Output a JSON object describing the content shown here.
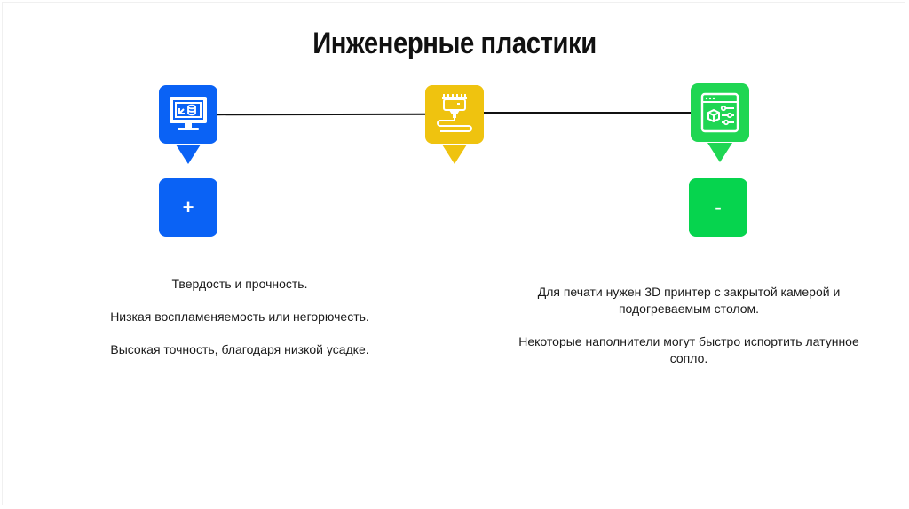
{
  "slide": {
    "title": "Инженерные пластики",
    "colors": {
      "blue": "#0a62f5",
      "yellow": "#efc30f",
      "green": "#1fd653",
      "green_sign": "#06d44e"
    },
    "icons": [
      {
        "name": "monitor-database-icon",
        "color": "#0a62f5"
      },
      {
        "name": "3d-printer-nozzle-icon",
        "color": "#efc30f"
      },
      {
        "name": "browser-cube-settings-icon",
        "color": "#1fd653"
      }
    ],
    "pros": {
      "sign": "+",
      "items": [
        "Твердость и прочность.",
        "Низкая воспламеняемость или негорючесть.",
        "Высокая точность, благодаря низкой усадке."
      ]
    },
    "cons": {
      "sign": "-",
      "items": [
        "Для печати нужен 3D принтер с закрытой камерой и подогреваемым столом.",
        "Некоторые наполнители могут быстро испортить латунное сопло."
      ]
    }
  }
}
